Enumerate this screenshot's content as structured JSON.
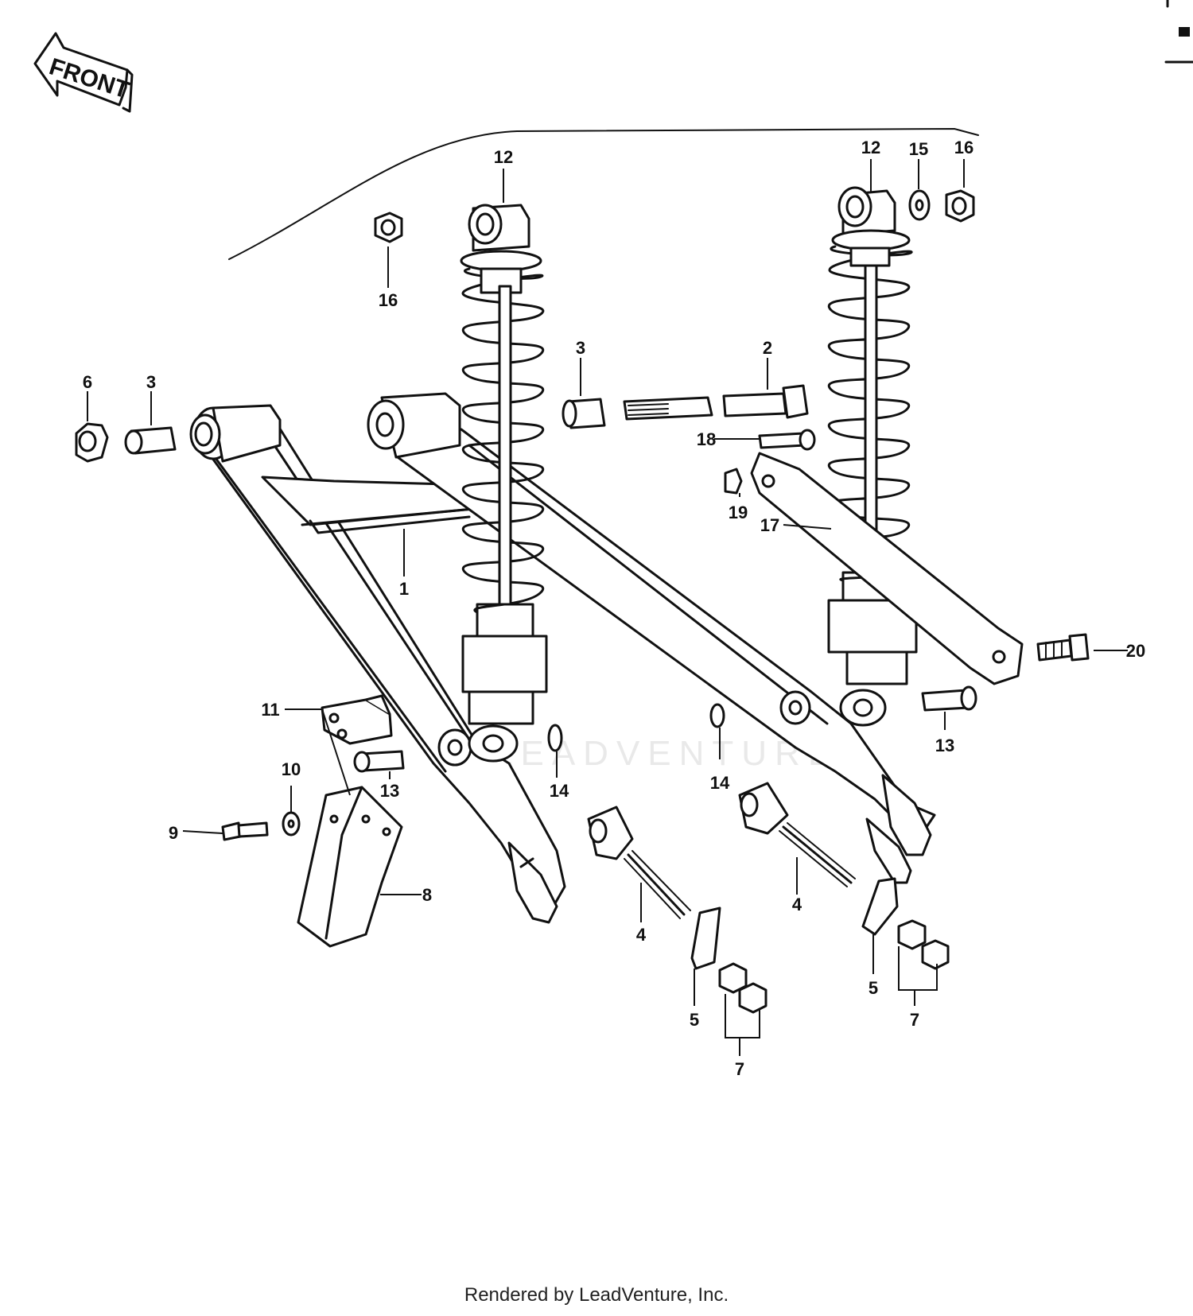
{
  "front_label": "FRONT",
  "footer": "Rendered by LeadVenture, Inc.",
  "watermark": "LEADVENTURE",
  "callouts": [
    {
      "id": "c1",
      "text": "1"
    },
    {
      "id": "c2",
      "text": "2"
    },
    {
      "id": "c3a",
      "text": "3"
    },
    {
      "id": "c3b",
      "text": "3"
    },
    {
      "id": "c4a",
      "text": "4"
    },
    {
      "id": "c4b",
      "text": "4"
    },
    {
      "id": "c5a",
      "text": "5"
    },
    {
      "id": "c5b",
      "text": "5"
    },
    {
      "id": "c6",
      "text": "6"
    },
    {
      "id": "c7a",
      "text": "7"
    },
    {
      "id": "c7b",
      "text": "7"
    },
    {
      "id": "c8",
      "text": "8"
    },
    {
      "id": "c9",
      "text": "9"
    },
    {
      "id": "c10",
      "text": "10"
    },
    {
      "id": "c11",
      "text": "11"
    },
    {
      "id": "c12a",
      "text": "12"
    },
    {
      "id": "c12b",
      "text": "12"
    },
    {
      "id": "c13a",
      "text": "13"
    },
    {
      "id": "c13b",
      "text": "13"
    },
    {
      "id": "c14a",
      "text": "14"
    },
    {
      "id": "c14b",
      "text": "14"
    },
    {
      "id": "c15",
      "text": "15"
    },
    {
      "id": "c16a",
      "text": "16"
    },
    {
      "id": "c16b",
      "text": "16"
    },
    {
      "id": "c17",
      "text": "17"
    },
    {
      "id": "c18",
      "text": "18"
    },
    {
      "id": "c19",
      "text": "19"
    },
    {
      "id": "c20",
      "text": "20"
    }
  ]
}
